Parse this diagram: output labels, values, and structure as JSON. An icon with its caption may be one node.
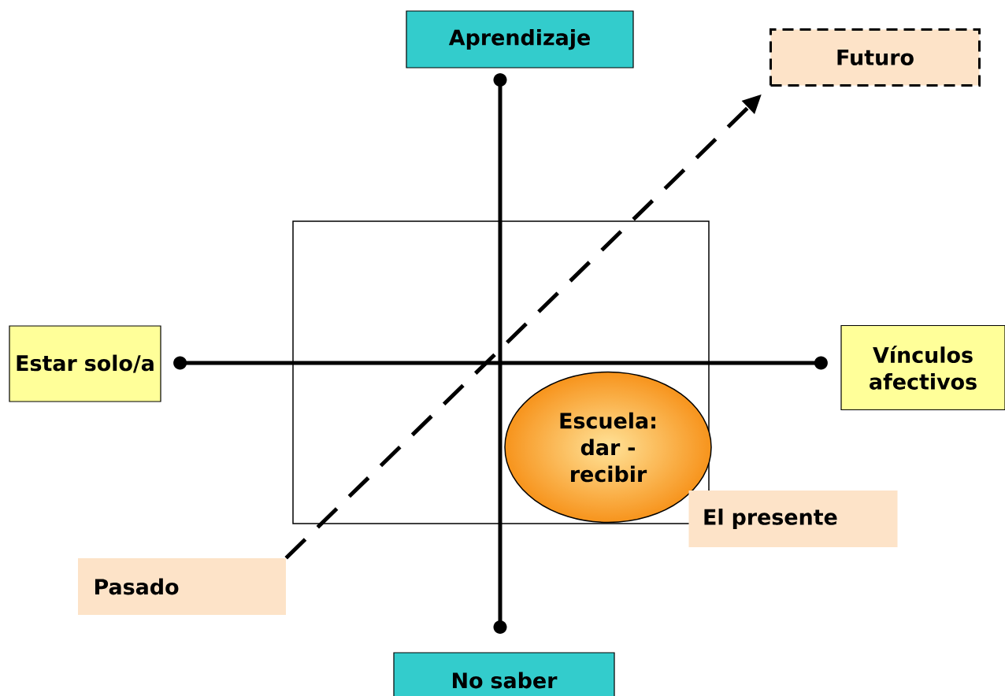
{
  "diagram": {
    "nodes": [
      {
        "text": [
          "Aprendizaje"
        ]
      },
      {
        "text": [
          "Futuro"
        ]
      },
      {
        "text": [
          "Estar solo/a"
        ]
      },
      {
        "text": [
          "Vínculos afectivos"
        ]
      },
      {
        "text": [
          "Escuela: dar - recibir"
        ]
      },
      {
        "text": [
          "El presente"
        ]
      },
      {
        "text": [
          "Pasado"
        ]
      },
      {
        "text": [
          "No saber"
        ]
      }
    ],
    "edges": [
      {
        "from": 0,
        "to": 7,
        "arrow": "other"
      },
      {
        "from": 2,
        "to": 3,
        "arrow": "other"
      },
      {
        "from": 6,
        "to": 1,
        "arrow": "to",
        "style": "dashed"
      }
    ]
  }
}
